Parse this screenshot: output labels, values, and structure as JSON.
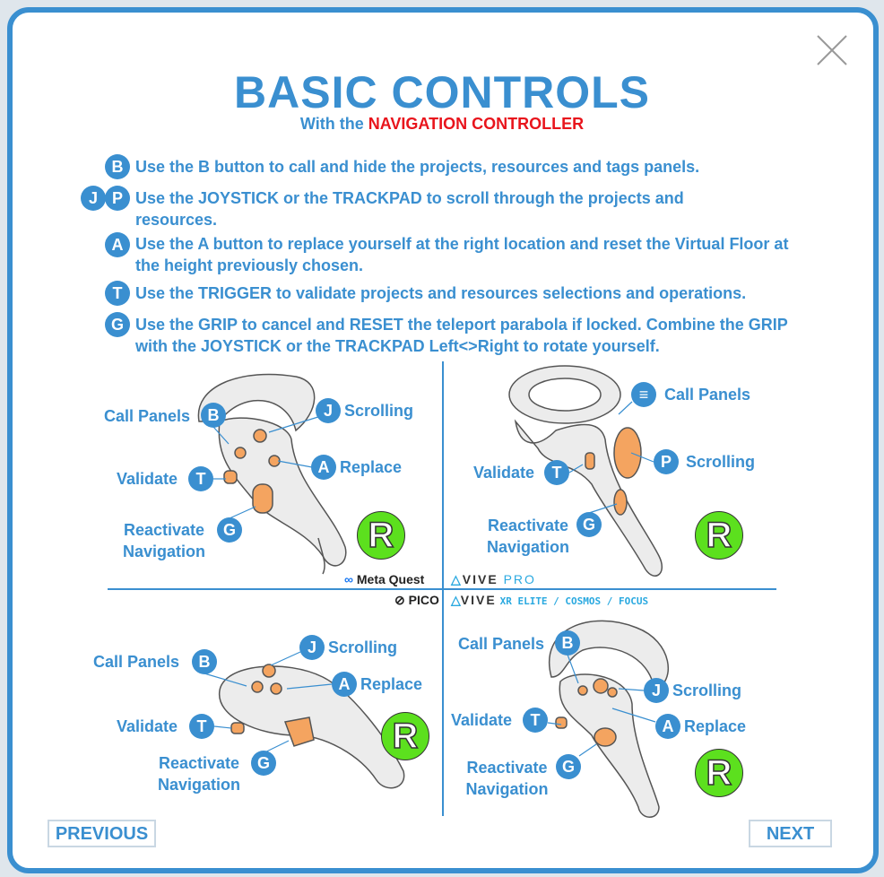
{
  "title": "BASIC CONTROLS",
  "subtitle_prefix": "With the ",
  "subtitle_highlight": "NAVIGATION CONTROLLER",
  "instructions": [
    {
      "icons": [
        "B"
      ],
      "text": "Use the B button to call and hide the projects,  resources and tags panels."
    },
    {
      "icons": [
        "J",
        "P"
      ],
      "text": "Use the JOYSTICK or the TRACKPAD to scroll through the projects and resources."
    },
    {
      "icons": [
        "A"
      ],
      "text": "Use the A button to replace yourself at the right location and reset the Virtual Floor at the height previously chosen."
    },
    {
      "icons": [
        "T"
      ],
      "text": "Use the TRIGGER to validate projects and resources selections and operations."
    },
    {
      "icons": [
        "G"
      ],
      "text": "Use the GRIP to cancel and RESET the teleport parabola if locked. Combine the GRIP with the JOYSTICK or the TRACKPAD Left<>Right to rotate yourself."
    }
  ],
  "labels": {
    "call": "Call Panels",
    "scroll": "Scrolling",
    "replace": "Replace",
    "validate": "Validate",
    "react1": "Reactivate",
    "react2": "Navigation",
    "r": "R"
  },
  "letters": {
    "B": "B",
    "J": "J",
    "A": "A",
    "T": "T",
    "G": "G",
    "P": "P"
  },
  "brands": {
    "meta": "Meta Quest",
    "vive": "VIVE",
    "pro": "PRO",
    "pico": "PICO",
    "xr": "XR ELITE / COSMOS / FOCUS"
  },
  "nav": {
    "previous": "PREVIOUS",
    "next": "NEXT"
  },
  "colors": {
    "accent": "#3a8fd0",
    "highlight": "#e8141c",
    "r_badge": "#5ce01e",
    "button_orange": "#f4a460"
  }
}
